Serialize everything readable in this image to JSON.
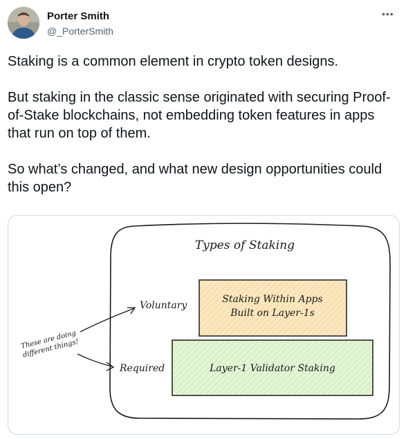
{
  "author": {
    "name": "Porter Smith",
    "handle": "@_PorterSmith",
    "avatar_icon": "profile-photo"
  },
  "menu_icon": "more-horizontal-icon",
  "tweet": {
    "paragraphs": [
      "Staking is a common element in crypto token designs.",
      "But staking in the classic sense originated with securing Proof-of-Stake blockchains, not embedding token features in apps that run on top of them.",
      "So what’s changed, and what new design opportunities could this open?"
    ]
  },
  "diagram": {
    "title": "Types of Staking",
    "box_apps_line1": "Staking Within Apps",
    "box_apps_line2": "Built on Layer-1s",
    "box_validator": "Layer-1 Validator Staking",
    "label_voluntary": "Voluntary",
    "label_required": "Required",
    "note_line1": "These are doing",
    "note_line2": "different things!",
    "colors": {
      "apps_box_fill": "#fbe7c0",
      "validator_box_fill": "#dff2cf",
      "stroke": "#1a1a1a"
    }
  }
}
